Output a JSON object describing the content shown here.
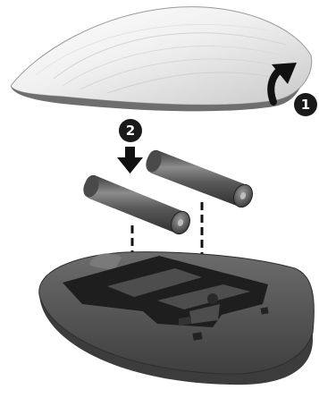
{
  "steps": [
    {
      "number": "1",
      "action": "lift-cover"
    },
    {
      "number": "2",
      "action": "insert-batteries"
    }
  ],
  "colors": {
    "cover_top": "#f2f2f2",
    "cover_shadow": "#9a9a9a",
    "cover_rim": "#6e6e6e",
    "battery_body": "#5a5a5a",
    "battery_highlight": "#8a8a8a",
    "mouse_body": "#5b5b5b",
    "mouse_rim": "#3c3c3c",
    "compartment": "#1e1e1e",
    "callout": "#1a1a1a",
    "guide_line": "#111111"
  },
  "icons": [
    "curved-up-arrow-icon",
    "down-arrow-icon"
  ]
}
